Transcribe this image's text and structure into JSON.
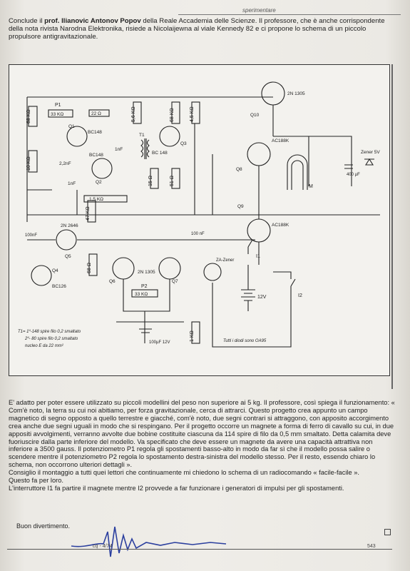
{
  "header": {
    "section": "sperimentare"
  },
  "intro": {
    "lead": "Conclude il ",
    "author": "prof. Ilianovic Antonov Popov",
    "rest": " della Reale Accademia delle Scienze. Il professore, che è anche corrispondente della nota rivista Narodna Elektronika, risiede a Nicolaijewna al viale Kennedy 82 e ci propone lo schema di un piccolo propulsore antigravitazionale."
  },
  "schematic": {
    "transistors": [
      "Q1",
      "Q2",
      "Q3",
      "Q4",
      "Q5",
      "Q6",
      "Q7",
      "Q8",
      "Q9",
      "Q10"
    ],
    "transistor_types": {
      "Q1": "BC148",
      "Q2": "BC148",
      "Q3": "BC 148",
      "Q4": "BC126",
      "Q5": "2N 2646",
      "Q6": "2N 1305",
      "Q7": "2N 1305",
      "Q8": "AC188K",
      "Q9": "AC188K",
      "Q10": "2N 1305"
    },
    "resistors": [
      "68 KΩ",
      "33 KΩ",
      "22 Ω",
      "10 KΩ",
      "5,6 KΩ",
      "68 KΩ",
      "4,5 KΩ",
      "15 Ω",
      "51 Ω",
      "1,5 KΩ",
      "47 KΩ",
      "68 Ω",
      "33 KΩ",
      "1 KΩ"
    ],
    "capacitors": [
      "2,2nF",
      "1nF",
      "1nF",
      "100nF",
      "100 nF",
      "400 µF",
      "100µF 12V"
    ],
    "labels": {
      "p1": "P1",
      "p2": "P2",
      "t1": "T1",
      "m": "M",
      "i1": "I1",
      "i2": "I2",
      "battery": "12V",
      "zener": "Zener 5V",
      "diode": "ZA-Zener",
      "transformer_note_1": "T1= 1º-148 spire filo 0,2 smaltato",
      "transformer_note_2": "2º- 80 spire filo 0,2 smaltato",
      "transformer_note_3": "nucleo E da 22 mm²",
      "diodes_note": "Tutti i diodi sono OA95"
    }
  },
  "body": {
    "paragraphs": [
      "E' adatto per poter essere utilizzato su piccoli modellini del peso non superiore ai 5 kg. Il professore, così spiega il funzionamento: « Com'è noto, la terra su cui noi abitiamo, per forza gravitazionale, cerca di attrarci. Questo progetto crea appunto un campo magnetico di segno opposto a quello terrestre e giacché, com'è noto, due segni contrari si attraggono, con apposito accorgimento crea anche due segni uguali in modo che si respingano. Per il progetto occorre un magnete a forma di ferro di cavallo su cui, in due appositi avvolgimenti, verranno avvolte due bobine costituite ciascuna da 114 spire di filo da 0,5 mm smaltato. Detta calamita deve fuoriuscire dalla parte inferiore del modello. Va specificato che deve essere un magnete da avere una capacità attrattiva non inferiore a 3500 gauss. Il potenziometro P1 regola gli spostamenti basso-alto in modo da far sì che il modello possa salire o scendere mentre il potenziometro P2 regola lo spostamento destra-sinistra del modello stesso. Per il resto, essendo chiaro lo schema, non occorrono ulteriori dettagli ».",
      "Consiglio il montaggio a tutti quei lettori che continuamente mi chiedono lo schema di un radiocomando « facile-facile ».",
      "Questo fa per loro.",
      "L'interruttore I1 fa partire il magnete mentre I2 provvede a far funzionare i generatori di impulsi per gli spostamenti."
    ],
    "closing": "Buon divertimento."
  },
  "footer": {
    "issue": "cq - 4/74",
    "page": "543"
  },
  "colors": {
    "paper": "#efede8",
    "ink": "#2a2a2a",
    "signature": "#2b3f9e"
  }
}
